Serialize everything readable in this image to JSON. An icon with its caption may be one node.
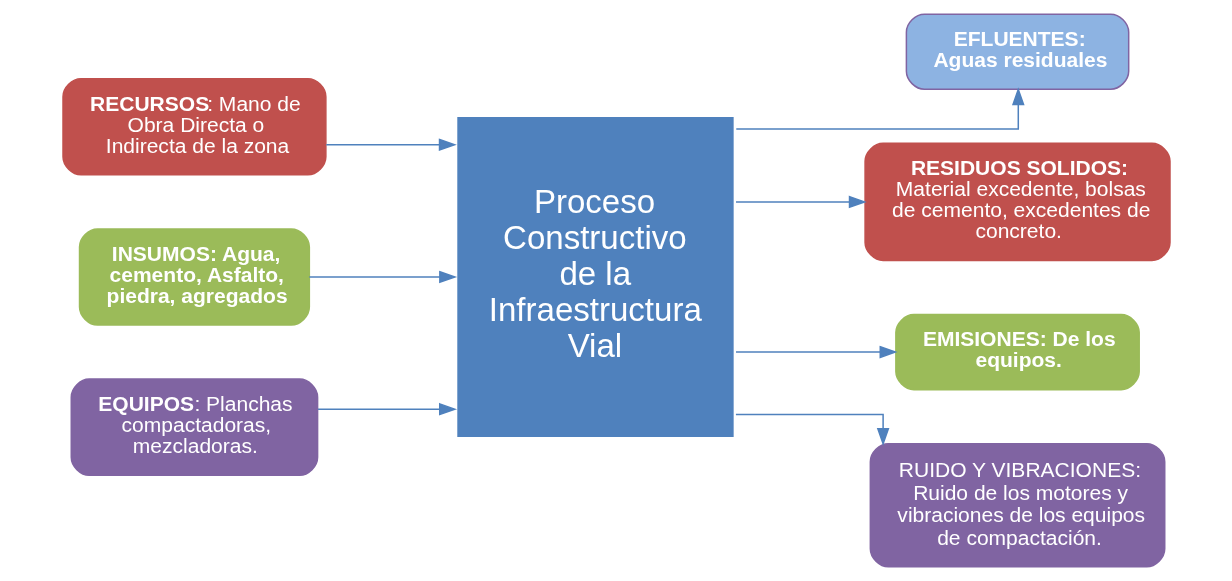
{
  "diagram": {
    "nodes": [
      {
        "text": [
          "**RECURSOS:** Mano de Obra Directa o Indirecta de la zona"
        ]
      },
      {
        "text": [
          "INSUMOS: Agua, cemento, Asfalto, piedra, agregados"
        ]
      },
      {
        "text": [
          "**EQUIPOS**: Planchas compactadoras, mezcladoras."
        ]
      },
      {
        "text": [
          "Proceso Constructivo de la Infraestructura Vial"
        ]
      },
      {
        "text": [
          "EFLUENTES:",
          "Aguas residuales"
        ]
      },
      {
        "text": [
          "**RESIDUOS SOLIDOS:**",
          "Material excedente, bolsas de cemento, excedentes de concreto."
        ]
      },
      {
        "text": [
          "EMISIONES: De los equipos."
        ]
      },
      {
        "text": [
          "RUIDO Y VIBRACIONES:",
          "Ruido de los motores y vibraciones de los equipos de compactación."
        ]
      }
    ],
    "edges": [
      {
        "from": 0,
        "to": 3,
        "arrow": "to"
      },
      {
        "from": 1,
        "to": 3,
        "arrow": "to"
      },
      {
        "from": 2,
        "to": 3,
        "arrow": "to"
      },
      {
        "from": 3,
        "to": 4,
        "arrow": "to"
      },
      {
        "from": 3,
        "to": 5,
        "arrow": "to"
      },
      {
        "from": 3,
        "to": 6,
        "arrow": "to"
      },
      {
        "from": 3,
        "to": 7,
        "arrow": "to"
      }
    ]
  }
}
